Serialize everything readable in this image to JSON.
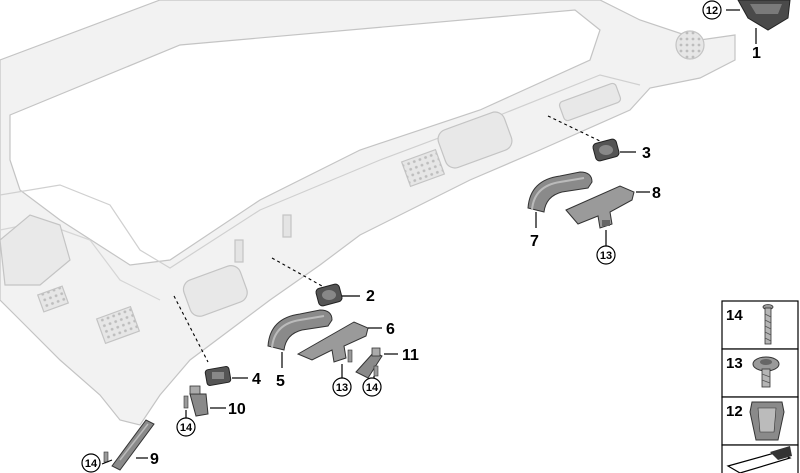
{
  "callouts": [
    {
      "id": "c1",
      "label": "1"
    },
    {
      "id": "c2",
      "label": "2"
    },
    {
      "id": "c3",
      "label": "3"
    },
    {
      "id": "c4",
      "label": "4"
    },
    {
      "id": "c5",
      "label": "5"
    },
    {
      "id": "c6",
      "label": "6"
    },
    {
      "id": "c7",
      "label": "7"
    },
    {
      "id": "c8",
      "label": "8"
    },
    {
      "id": "c9",
      "label": "9"
    },
    {
      "id": "c10",
      "label": "10"
    },
    {
      "id": "c11",
      "label": "11"
    }
  ],
  "circled": [
    {
      "id": "k12",
      "label": "12"
    },
    {
      "id": "k13a",
      "label": "13"
    },
    {
      "id": "k13b",
      "label": "13"
    },
    {
      "id": "k14a",
      "label": "14"
    },
    {
      "id": "k14b",
      "label": "14"
    },
    {
      "id": "k14c",
      "label": "14"
    }
  ],
  "legend": [
    {
      "label": "14",
      "icon": "screw-icon"
    },
    {
      "label": "13",
      "icon": "bolt-icon"
    },
    {
      "label": "12",
      "icon": "clip-icon"
    },
    {
      "label": "",
      "icon": "wedge-icon"
    }
  ],
  "colors": {
    "part": "#f2f2f2",
    "part_stroke": "#c4c4c4",
    "dark": "#4a4a4a",
    "leader": "#000000"
  }
}
